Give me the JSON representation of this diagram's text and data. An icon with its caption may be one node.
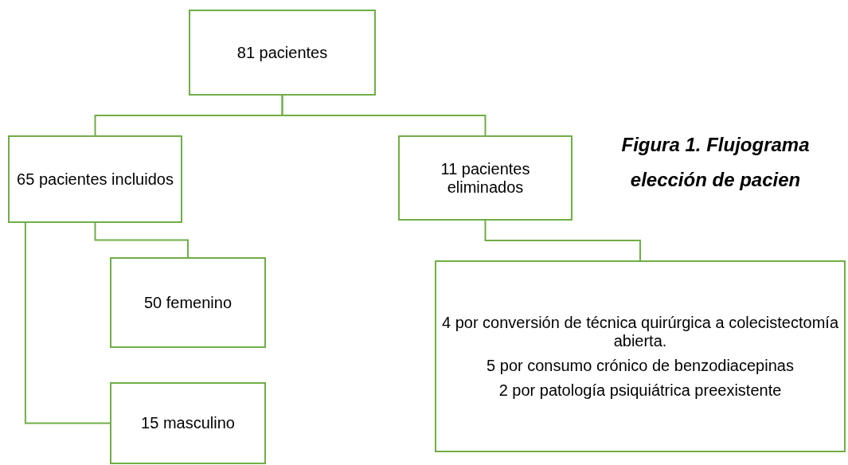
{
  "diagram": {
    "title": "Figura 1. Flujograma elección de pacien",
    "nodes": [
      {
        "text": [
          "81 pacientes"
        ]
      },
      {
        "text": [
          "65 pacientes incluidos"
        ]
      },
      {
        "text": [
          "11 pacientes eliminados"
        ]
      },
      {
        "text": [
          "50 femenino"
        ]
      },
      {
        "text": [
          "15 masculino"
        ]
      },
      {
        "text": [
          "4 por conversión de técnica quirúrgica a colecistectomía abierta.",
          "5 por consumo crónico de benzodiacepinas",
          "2 por patología psiquiátrica preexistente"
        ]
      }
    ],
    "edges": [
      {
        "from": 0,
        "to": 1,
        "arrow": "none"
      },
      {
        "from": 0,
        "to": 2,
        "arrow": "none"
      },
      {
        "from": 1,
        "to": 3,
        "arrow": "none"
      },
      {
        "from": 1,
        "to": 4,
        "arrow": "none"
      },
      {
        "from": 2,
        "to": 5,
        "arrow": "none"
      }
    ]
  }
}
